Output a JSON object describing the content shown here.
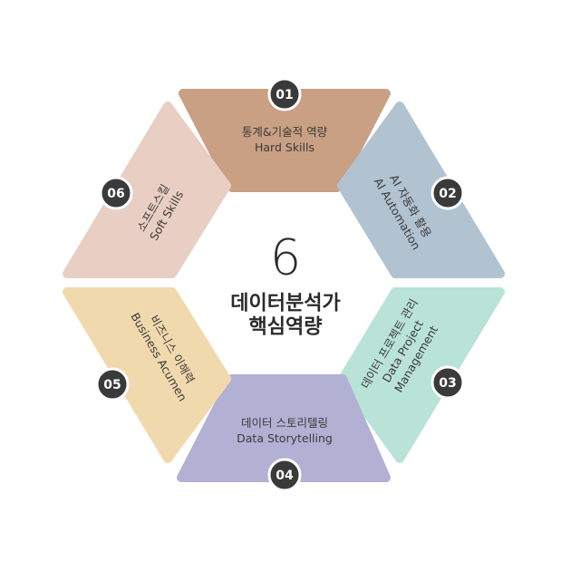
{
  "center": {
    "number": "6",
    "title_line1": "데이터분석가",
    "title_line2": "핵심역량"
  },
  "segments": [
    {
      "num": "01",
      "ko": "통계&기술적 역량",
      "en": "Hard Skills",
      "color": "#c9a083"
    },
    {
      "num": "02",
      "ko": "AI 자동화 활용",
      "en": "AI Automation",
      "color": "#b1c3d1"
    },
    {
      "num": "03",
      "ko": "데이터 프로젝트 관리",
      "en": "Data Project",
      "en2": "Management",
      "color": "#b9e3d6"
    },
    {
      "num": "04",
      "ko": "데이터 스토리텔링",
      "en": "Data Storytelling",
      "color": "#b2b1d4"
    },
    {
      "num": "05",
      "ko": "비즈니스 이해력",
      "en": "Business Acumen",
      "color": "#f1d9ae"
    },
    {
      "num": "06",
      "ko": "소프트스킬",
      "en": "Soft Skills",
      "color": "#e9cec3"
    }
  ],
  "badge_color": "#3a3a3a"
}
